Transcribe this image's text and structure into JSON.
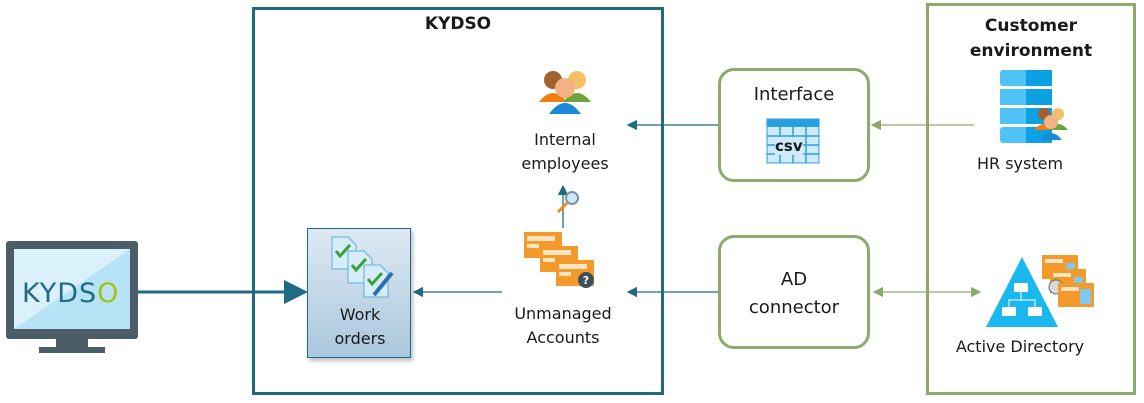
{
  "kydso_frame": {
    "title": "KYDSO"
  },
  "customer_frame": {
    "title_line1": "Customer",
    "title_line2": "environment"
  },
  "monitor": {
    "logo_prefix": "KYDS",
    "logo_suffix": "O"
  },
  "nodes": {
    "internal_employees": {
      "line1": "Internal",
      "line2": "employees"
    },
    "unmanaged_accounts": {
      "line1": "Unmanaged",
      "line2": "Accounts"
    },
    "work_orders": {
      "line1": "Work",
      "line2": "orders"
    },
    "interface": {
      "label": "Interface",
      "csv_label": "csv"
    },
    "ad_connector": {
      "line1": "AD",
      "line2": "connector"
    },
    "hr_system": {
      "label": "HR system"
    },
    "active_directory": {
      "label": "Active Directory"
    }
  },
  "colors": {
    "kydso_blue": "#1f6b84",
    "customer_green": "#8caa6c",
    "logo_green": "#9cc40c"
  }
}
